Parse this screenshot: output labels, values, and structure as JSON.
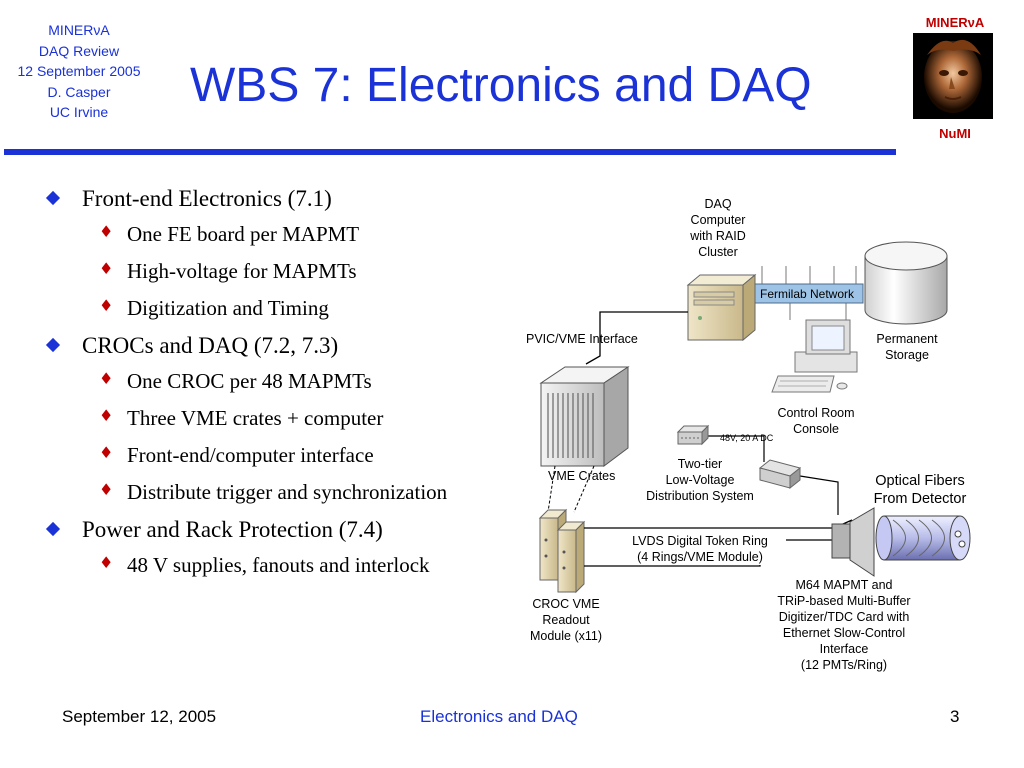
{
  "header_info": {
    "lines": [
      "MINERνA",
      "DAQ Review",
      "12 September 2005",
      "D. Casper",
      "UC Irvine"
    ]
  },
  "title": "WBS 7: Electronics and DAQ",
  "logo": {
    "top_text": "MINERνA",
    "bottom_text": "NuMI"
  },
  "bullets": [
    {
      "text": "Front-end Electronics (7.1)",
      "sub": [
        "One FE board per MAPMT",
        "High-voltage for MAPMTs",
        "Digitization and Timing"
      ]
    },
    {
      "text": "CROCs and DAQ (7.2, 7.3)",
      "sub": [
        "One CROC per 48 MAPMTs",
        "Three VME crates + computer",
        "Front-end/computer interface",
        "Distribute trigger and synchronization"
      ]
    },
    {
      "text": "Power and Rack Protection (7.4)",
      "sub": [
        "48 V supplies, fanouts and interlock"
      ]
    }
  ],
  "diagram": {
    "daq_computer": [
      "DAQ",
      "Computer",
      "with RAID",
      "Cluster"
    ],
    "fermilab_network": "Fermilab Network",
    "permanent_storage": [
      "Permanent",
      "Storage"
    ],
    "pvic_vme": "PVIC/VME Interface",
    "control_room": [
      "Control Room",
      "Console"
    ],
    "power_rating": "48V, 20 A  DC",
    "two_tier": [
      "Two-tier",
      "Low-Voltage",
      "Distribution System"
    ],
    "vme_crates": "VME Crates",
    "optical_fibers": [
      "Optical Fibers",
      "From Detector"
    ],
    "lvds": [
      "LVDS Digital Token Ring",
      "(4 Rings/VME Module)"
    ],
    "croc": [
      "CROC VME",
      "Readout",
      "Module (x11)"
    ],
    "m64": [
      "M64 MAPMT and",
      "TRiP-based Multi-Buffer",
      "Digitizer/TDC Card with",
      "Ethernet Slow-Control",
      "Interface",
      "(12 PMTs/Ring)"
    ]
  },
  "footer": {
    "date": "September 12, 2005",
    "topic": "Electronics and DAQ",
    "page": "3"
  },
  "colors": {
    "accent": "#1a32d6",
    "bullet_sub": "#c00000",
    "network_bar": "#9dc3e6"
  }
}
